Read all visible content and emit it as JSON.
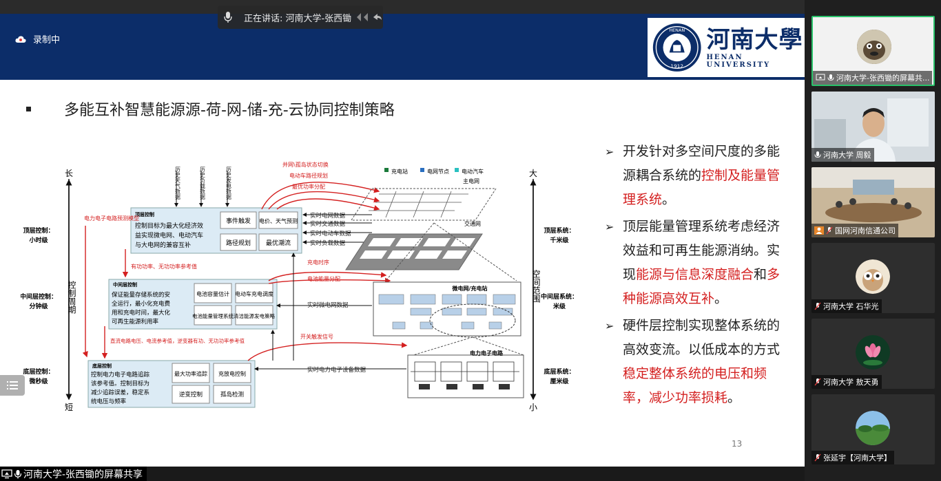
{
  "meeting": {
    "speaking_label": "正在讲话: 河南大学-张西锄",
    "recording_label": "录制中",
    "share_label": "河南大学-张西锄的屏幕共享"
  },
  "slide": {
    "logo_cn": "河南大學",
    "logo_en": "HENAN UNIVERSITY",
    "seal_top": "HENAN UNIVERSITY",
    "seal_year": "1912",
    "title": "多能互补智慧能源源-荷-网-储-充-云协同控制策略",
    "page_number": "13",
    "bullets": [
      {
        "parts": [
          {
            "t": "开发针对多空间尺度的多能源耦合系统的",
            "red": false
          },
          {
            "t": "控制及能量管理系统",
            "red": true
          },
          {
            "t": "。",
            "red": false
          }
        ]
      },
      {
        "parts": [
          {
            "t": "顶层能量管理系统考虑经济效益和可再生能源消纳。实现",
            "red": false
          },
          {
            "t": "能源与信息深度融合",
            "red": true
          },
          {
            "t": "和",
            "red": false
          },
          {
            "t": "多种能源高效互补",
            "red": true
          },
          {
            "t": "。",
            "red": false
          }
        ]
      },
      {
        "parts": [
          {
            "t": "硬件层控制实现整体系统的高效变流。以低成本的方式",
            "red": false
          },
          {
            "t": "稳定整体系统的电压和频率，减少功率损耗",
            "red": true
          },
          {
            "t": "。",
            "red": false
          }
        ]
      }
    ]
  },
  "diagram": {
    "left_axis": {
      "top": "长",
      "bottom": "短",
      "label": "控制周期"
    },
    "right_axis": {
      "top": "大",
      "bottom": "小",
      "label": "空间范围"
    },
    "left_levels": [
      "顶层控制：",
      "小时级",
      "中间层控制：",
      "分钟级",
      "底层控制：",
      "微秒级"
    ],
    "right_levels": [
      "顶层系统：",
      "千米级",
      "中间层系统：",
      "米级",
      "底层系统：",
      "厘米级"
    ],
    "inputs": [
      "历史天气数据",
      "历史负载数据",
      "历史发电数据"
    ],
    "top_box": {
      "title": "顶层控制",
      "desc": [
        "控制目标为最大化经济效",
        "益实现微电网、电动汽车",
        "与大电网的兼容互补"
      ],
      "cells": [
        "事件触发",
        "电价、天气预测",
        "路径规划",
        "最优潮流"
      ]
    },
    "mid_box": {
      "title": "中间层控制",
      "desc": [
        "保证能量存储系统的安",
        "全运行，最小化充电费",
        "用和充电时间，最大化",
        "可再生能源利用率"
      ],
      "cells": [
        "电池容量估计",
        "电动车充电调度",
        "电池能量管理系统",
        "清洁能源发电策略"
      ]
    },
    "bot_box": {
      "title": "底层控制",
      "desc": [
        "控制电力电子电路追踪",
        "该参考值。控制目标为",
        "减少追踪误差，稳定系",
        "统电压与频率"
      ],
      "cells": [
        "最大功率追踪",
        "充放电控制",
        "逆变控制",
        "孤岛检测"
      ]
    },
    "red_labels": [
      "电力电子电路预测模型",
      "有功功率、无功功率参考值",
      "直流电路电压、电流参考值，逆变器有功、无功功率参考值",
      "并网\\孤岛状态切换",
      "电动车路径规划",
      "最优功率分配",
      "充电时序",
      "电池能量分配",
      "开关触发信号"
    ],
    "data_labels": [
      "实时电网数据",
      "实时交通数据",
      "实时电动车数据",
      "实时负载数据",
      "实时微电网数据",
      "实时电力电子设备数据"
    ],
    "legend": [
      "充电站",
      "电网节点",
      "电动汽车"
    ],
    "figure_labels": [
      "主电网",
      "交通网",
      "微电网/充电站",
      "电力电子电路"
    ]
  },
  "participants": [
    {
      "name": "河南大学-张西锄的屏幕共...",
      "active": true
    },
    {
      "name": "河南大学 周毅",
      "active": false
    },
    {
      "name": "国网河南信通公司",
      "active": false
    },
    {
      "name": "河南大学 石华光",
      "active": false
    },
    {
      "name": "河南大学 敖天勇",
      "active": false
    },
    {
      "name": "张延宇【河南大学】",
      "active": false
    }
  ],
  "colors": {
    "banner": "#0c2d69",
    "accent_red": "#d42020",
    "active_border": "#29c26a"
  }
}
